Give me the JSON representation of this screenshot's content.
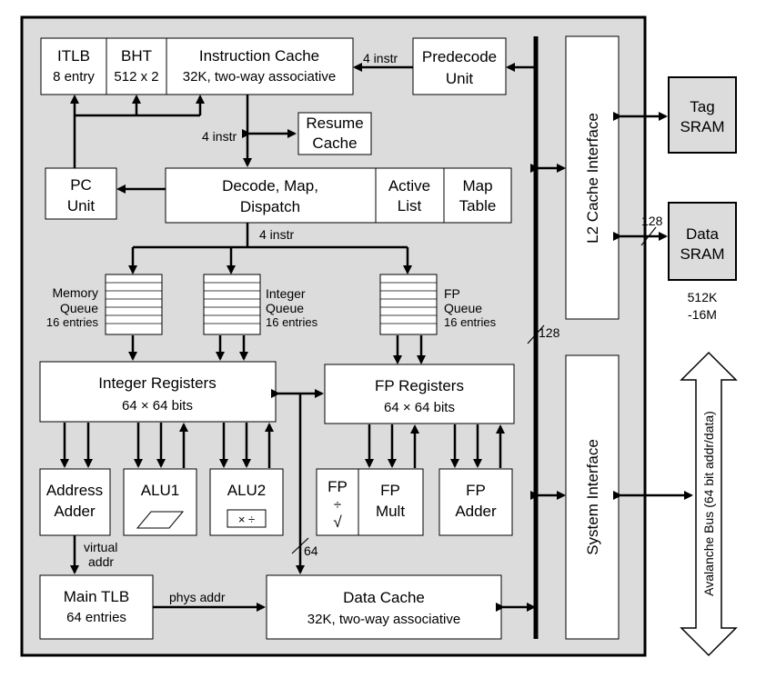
{
  "blocks": {
    "itlb": {
      "name": "ITLB",
      "detail": "8 entry"
    },
    "bht": {
      "name": "BHT",
      "detail": "512 x 2"
    },
    "icache": {
      "name": "Instruction Cache",
      "detail": "32K, two-way associative"
    },
    "predecode": {
      "line1": "Predecode",
      "line2": "Unit"
    },
    "resume": {
      "line1": "Resume",
      "line2": "Cache"
    },
    "pc": {
      "line1": "PC",
      "line2": "Unit"
    },
    "decode": {
      "line1": "Decode, Map,",
      "line2": "Dispatch"
    },
    "active": {
      "line1": "Active",
      "line2": "List"
    },
    "maptable": {
      "line1": "Map",
      "line2": "Table"
    },
    "l2if": {
      "name": "L2 Cache Interface"
    },
    "tag": {
      "line1": "Tag",
      "line2": "SRAM"
    },
    "data_sram": {
      "line1": "Data",
      "line2": "SRAM"
    },
    "sram_size": {
      "line1": "512K",
      "line2": "-16M"
    },
    "memq": {
      "line1": "Memory",
      "line2": "Queue",
      "line3": "16 entries"
    },
    "intq": {
      "line1": "Integer",
      "line2": "Queue",
      "line3": "16 entries"
    },
    "fpq": {
      "line1": "FP",
      "line2": "Queue",
      "line3": "16 entries"
    },
    "intreg": {
      "name": "Integer Registers",
      "detail": "64 × 64 bits"
    },
    "fpreg": {
      "name": "FP Registers",
      "detail": "64 × 64 bits"
    },
    "addr": {
      "line1": "Address",
      "line2": "Adder"
    },
    "alu1": {
      "name": "ALU1"
    },
    "alu2": {
      "name": "ALU2",
      "ops": "× ÷"
    },
    "fpdiv": {
      "line1": "FP",
      "line2": "÷",
      "line3": "√"
    },
    "fpmult": {
      "line1": "FP",
      "line2": "Mult"
    },
    "fpadder": {
      "line1": "FP",
      "line2": "Adder"
    },
    "sysif": {
      "name": "System Interface"
    },
    "avalanche": {
      "name": "Avalanche Bus (64 bit addr/data)"
    },
    "mtlb": {
      "name": "Main TLB",
      "detail": "64 entries"
    },
    "dcache": {
      "name": "Data Cache",
      "detail": "32K, two-way associative"
    }
  },
  "labels": {
    "instr_predecode": "4 instr",
    "instr_resume": "4 instr",
    "instr_dispatch": "4 instr",
    "bus128_l2": "128",
    "bus128_main": "128",
    "bus64": "64",
    "virtual_addr_1": "virtual",
    "virtual_addr_2": "addr",
    "phys_addr": "phys addr"
  }
}
